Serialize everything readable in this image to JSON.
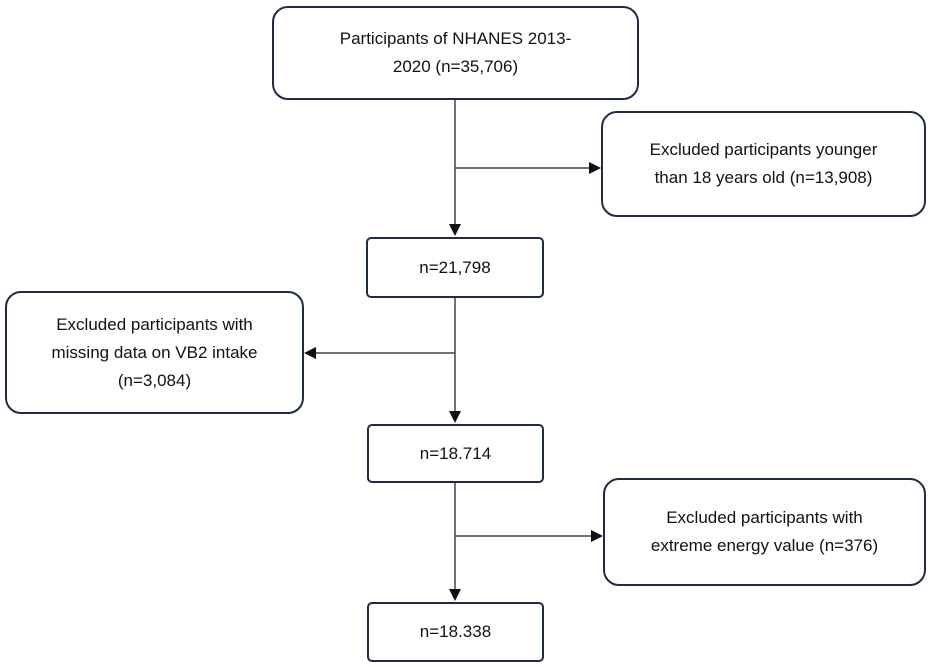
{
  "diagram": {
    "boxes": {
      "start_line1": "Participants of NHANES 2013-",
      "start_line2": "2020 (n=35,706)",
      "exclude1_line1": "Excluded participants younger",
      "exclude1_line2": "than 18 years old (n=13,908)",
      "step1": "n=21,798",
      "exclude2_line1": "Excluded participants with",
      "exclude2_line2": "missing data on VB2 intake",
      "exclude2_line3": "(n=3,084)",
      "step2": "n=18.714",
      "exclude3_line1": "Excluded participants with",
      "exclude3_line2": "extreme energy value (n=376)",
      "final": "n=18.338"
    },
    "colors": {
      "border": "#1f2a44",
      "line": "#444444",
      "arrow": "#111111",
      "text": "#111111",
      "background": "#ffffff"
    }
  }
}
